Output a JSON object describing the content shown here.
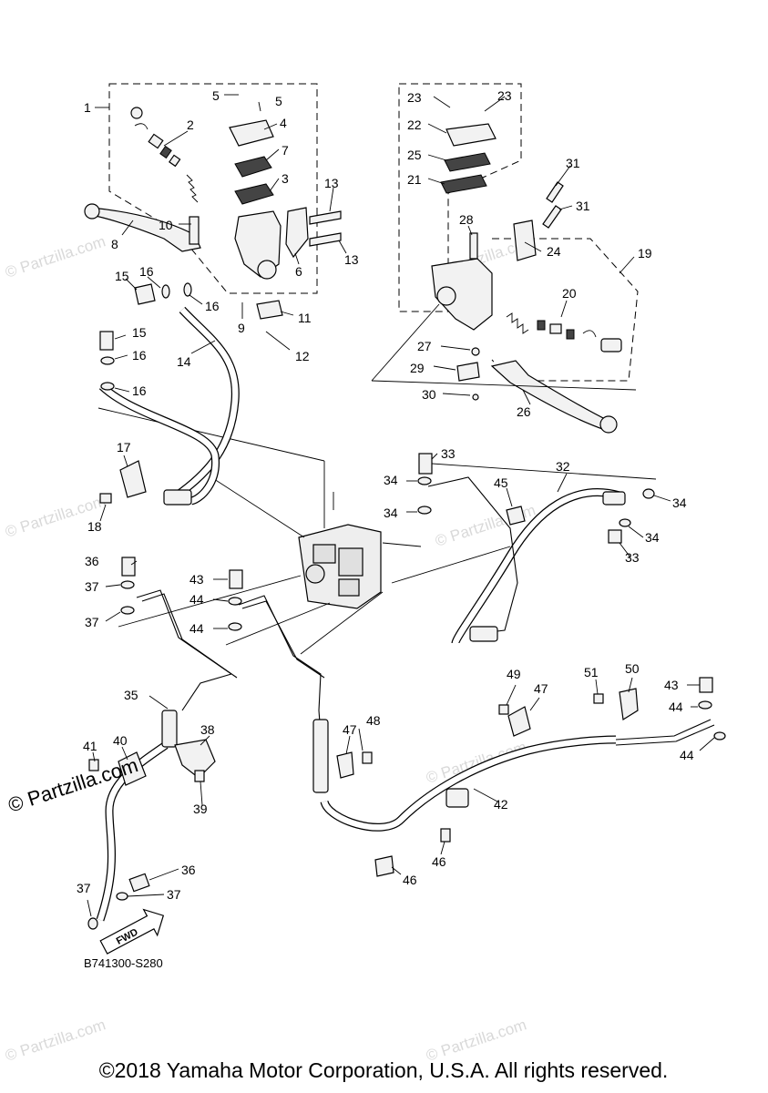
{
  "diagram": {
    "reference_code": "B741300-S280",
    "fwd_label": "FWD",
    "copyright": "©2018 Yamaha Motor Corporation, U.S.A. All rights reserved.",
    "watermark_small": "© Partzilla.com",
    "watermark_main": "© Partzilla.com",
    "callouts": [
      {
        "id": "c1",
        "text": "1"
      },
      {
        "id": "c2",
        "text": "2"
      },
      {
        "id": "c3",
        "text": "3"
      },
      {
        "id": "c4",
        "text": "4"
      },
      {
        "id": "c5a",
        "text": "5"
      },
      {
        "id": "c5b",
        "text": "5"
      },
      {
        "id": "c6",
        "text": "6"
      },
      {
        "id": "c7",
        "text": "7"
      },
      {
        "id": "c8",
        "text": "8"
      },
      {
        "id": "c9",
        "text": "9"
      },
      {
        "id": "c10",
        "text": "10"
      },
      {
        "id": "c11",
        "text": "11"
      },
      {
        "id": "c12",
        "text": "12"
      },
      {
        "id": "c13a",
        "text": "13"
      },
      {
        "id": "c13b",
        "text": "13"
      },
      {
        "id": "c14",
        "text": "14"
      },
      {
        "id": "c15a",
        "text": "15"
      },
      {
        "id": "c15b",
        "text": "15"
      },
      {
        "id": "c16a",
        "text": "16"
      },
      {
        "id": "c16b",
        "text": "16"
      },
      {
        "id": "c16c",
        "text": "16"
      },
      {
        "id": "c16d",
        "text": "16"
      },
      {
        "id": "c17",
        "text": "17"
      },
      {
        "id": "c18",
        "text": "18"
      },
      {
        "id": "c19",
        "text": "19"
      },
      {
        "id": "c20",
        "text": "20"
      },
      {
        "id": "c21",
        "text": "21"
      },
      {
        "id": "c22",
        "text": "22"
      },
      {
        "id": "c23a",
        "text": "23"
      },
      {
        "id": "c23b",
        "text": "23"
      },
      {
        "id": "c24",
        "text": "24"
      },
      {
        "id": "c25",
        "text": "25"
      },
      {
        "id": "c26",
        "text": "26"
      },
      {
        "id": "c27",
        "text": "27"
      },
      {
        "id": "c28",
        "text": "28"
      },
      {
        "id": "c29",
        "text": "29"
      },
      {
        "id": "c30",
        "text": "30"
      },
      {
        "id": "c31a",
        "text": "31"
      },
      {
        "id": "c31b",
        "text": "31"
      },
      {
        "id": "c32",
        "text": "32"
      },
      {
        "id": "c33a",
        "text": "33"
      },
      {
        "id": "c33b",
        "text": "33"
      },
      {
        "id": "c34a",
        "text": "34"
      },
      {
        "id": "c34b",
        "text": "34"
      },
      {
        "id": "c34c",
        "text": "34"
      },
      {
        "id": "c34d",
        "text": "34"
      },
      {
        "id": "c35",
        "text": "35"
      },
      {
        "id": "c36a",
        "text": "36"
      },
      {
        "id": "c36b",
        "text": "36"
      },
      {
        "id": "c37a",
        "text": "37"
      },
      {
        "id": "c37b",
        "text": "37"
      },
      {
        "id": "c37c",
        "text": "37"
      },
      {
        "id": "c37d",
        "text": "37"
      },
      {
        "id": "c38",
        "text": "38"
      },
      {
        "id": "c39",
        "text": "39"
      },
      {
        "id": "c40",
        "text": "40"
      },
      {
        "id": "c41",
        "text": "41"
      },
      {
        "id": "c42",
        "text": "42"
      },
      {
        "id": "c43a",
        "text": "43"
      },
      {
        "id": "c43b",
        "text": "43"
      },
      {
        "id": "c44a",
        "text": "44"
      },
      {
        "id": "c44b",
        "text": "44"
      },
      {
        "id": "c44c",
        "text": "44"
      },
      {
        "id": "c44d",
        "text": "44"
      },
      {
        "id": "c45",
        "text": "45"
      },
      {
        "id": "c46a",
        "text": "46"
      },
      {
        "id": "c46b",
        "text": "46"
      },
      {
        "id": "c47a",
        "text": "47"
      },
      {
        "id": "c47b",
        "text": "47"
      },
      {
        "id": "c48",
        "text": "48"
      },
      {
        "id": "c49",
        "text": "49"
      },
      {
        "id": "c50",
        "text": "50"
      },
      {
        "id": "c51",
        "text": "51"
      }
    ]
  }
}
